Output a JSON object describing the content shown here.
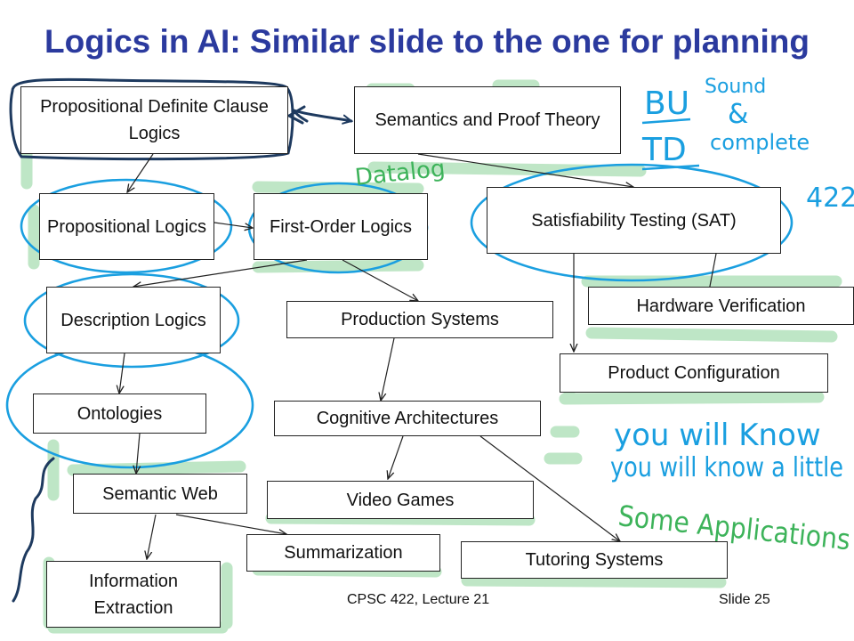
{
  "title": "Logics in AI: Similar slide to the one for planning",
  "nodes": {
    "pdcl": "Propositional Definite Clause  Logics",
    "semantics": "Semantics and Proof Theory",
    "prop": "Propositional Logics",
    "fol": "First-Order Logics",
    "sat": "Satisfiability Testing (SAT)",
    "desc": "Description Logics",
    "prod_sys": "Production Systems",
    "hw": "Hardware Verification",
    "prod_conf": "Product Configuration",
    "onto": "Ontologies",
    "cog": "Cognitive Architectures",
    "semweb": "Semantic Web",
    "video": "Video Games",
    "summ": "Summarization",
    "tutor": "Tutoring Systems",
    "info": "Information Extraction"
  },
  "footer": {
    "course": "CPSC 422, Lecture 21",
    "slide": "Slide 25"
  },
  "annotations": {
    "bu": "BU",
    "td": "TD",
    "sound": "Sound",
    "amp": "&",
    "complete": "complete",
    "datalog": "Datalog",
    "num": "422",
    "know": "you will Know",
    "know_little": "you will know a little",
    "apps": "Some Applications"
  },
  "colors": {
    "title": "#2b3a9e",
    "blue_ink": "#1a9fe0",
    "green_ink": "#3db35a",
    "dark_ink": "#1e3a5f"
  }
}
